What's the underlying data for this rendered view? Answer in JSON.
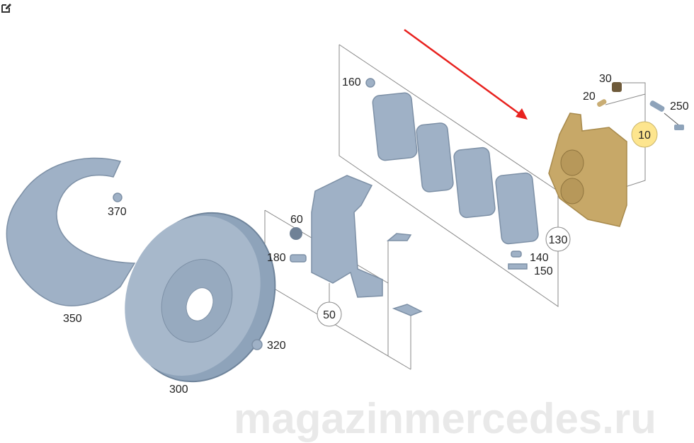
{
  "watermark": "magazinmercedes.ru",
  "toolbar": {
    "edit_icon": "external-edit-icon"
  },
  "callouts": [
    {
      "id": "10",
      "highlighted": true,
      "color": "#fde58e"
    },
    {
      "id": "50",
      "highlighted": false
    },
    {
      "id": "130",
      "highlighted": false
    }
  ],
  "labels": {
    "p20": "20",
    "p30": "30",
    "p60": "60",
    "p140": "140",
    "p150": "150",
    "p160": "160",
    "p180": "180",
    "p250": "250",
    "p300": "300",
    "p320": "320",
    "p350": "350",
    "p370": "370"
  },
  "colors": {
    "arrow": "#e8221f",
    "caliper": "#c7a868",
    "parts": "#9fb1c6"
  }
}
